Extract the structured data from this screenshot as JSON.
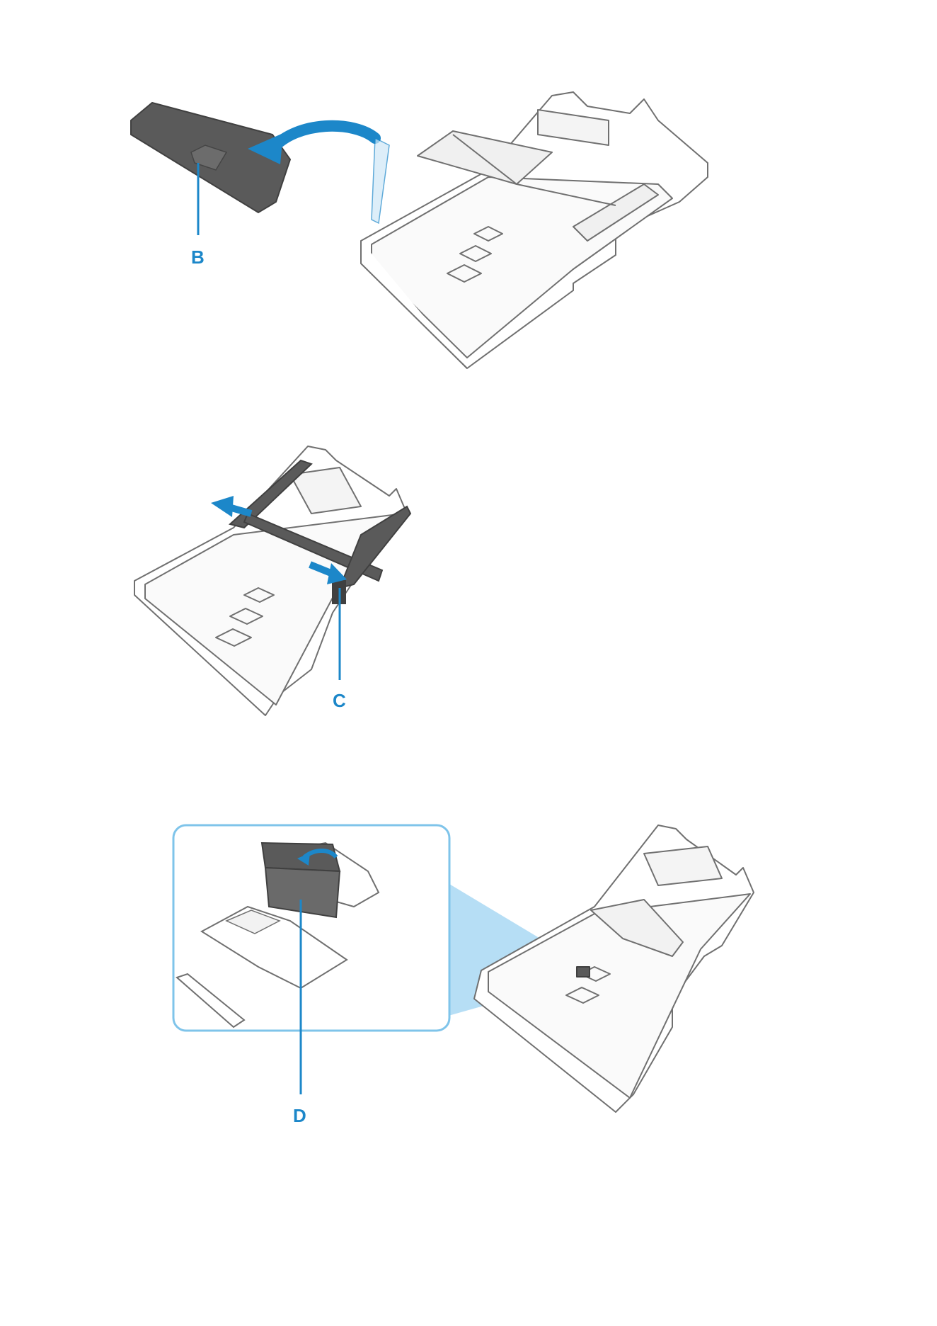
{
  "figures": [
    {
      "callout": "B",
      "colors": {
        "accent": "#1c87c9",
        "part": "#5a5a5a",
        "outline": "#707070"
      }
    },
    {
      "callout": "C",
      "colors": {
        "accent": "#1c87c9",
        "part": "#5a5a5a",
        "outline": "#707070"
      }
    },
    {
      "callout": "D",
      "colors": {
        "accent": "#1c87c9",
        "zoom_frame": "#7fc4ea",
        "part": "#5a5a5a"
      }
    }
  ],
  "icons": [
    "curved-arrow-icon",
    "double-arrow-icon",
    "zoom-callout-icon"
  ]
}
